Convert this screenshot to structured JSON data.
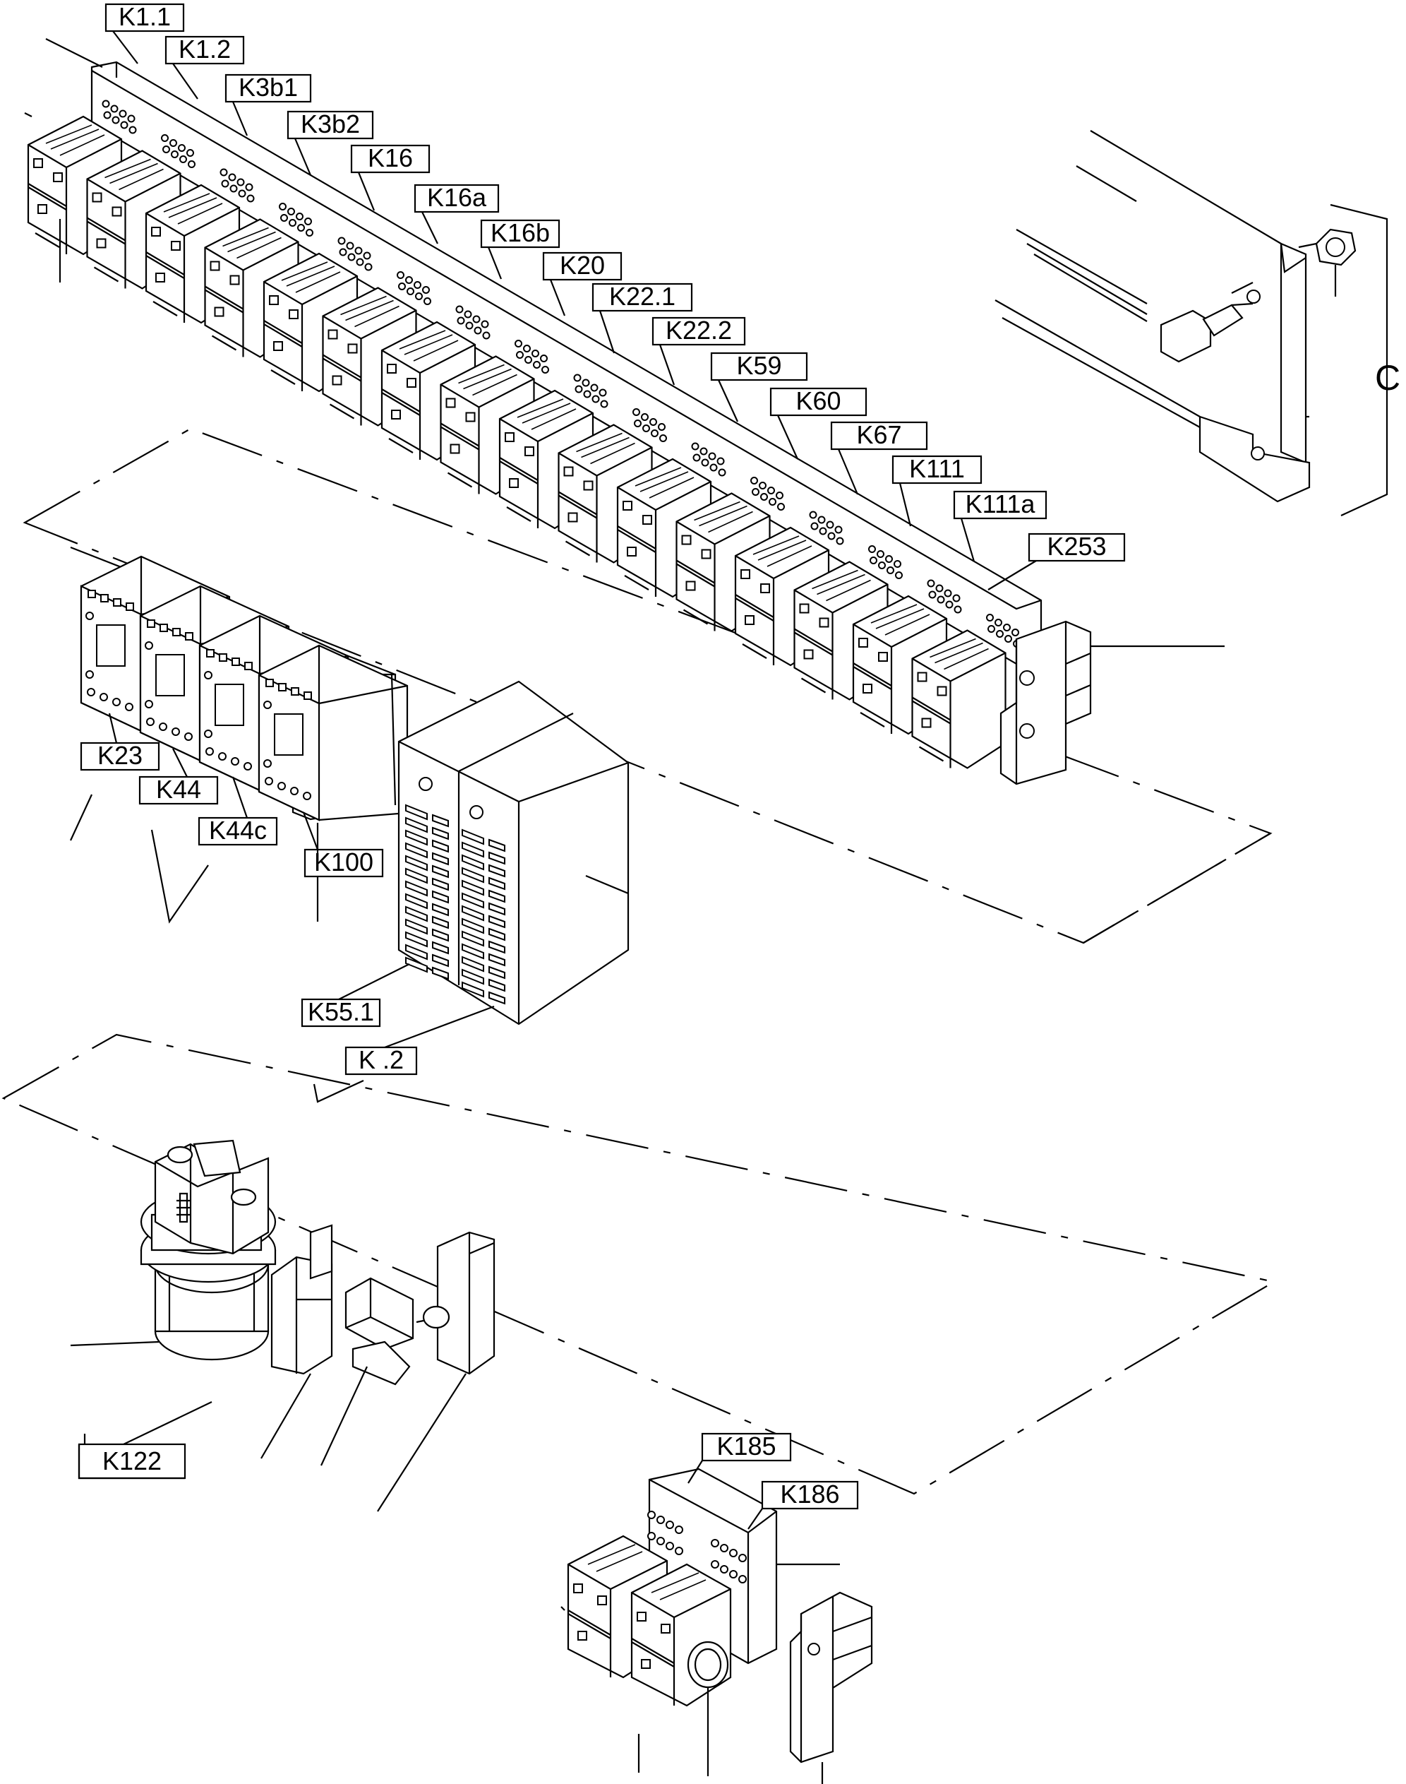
{
  "diagram": {
    "relay_rail_labels": [
      "K1.1",
      "K1.2",
      "K3b1",
      "K3b2",
      "K16",
      "K16a",
      "K16b",
      "K20",
      "K22.1",
      "K22.2",
      "K59",
      "K60",
      "K67",
      "K111",
      "K111a",
      "K253"
    ],
    "contactor_labels": [
      "K23",
      "K44",
      "K44c",
      "K100"
    ],
    "block_labels": [
      "K55.1",
      "K .2"
    ],
    "solenoid_label": "K122",
    "small_relay_labels": [
      "K185",
      "K186"
    ],
    "dimension_label": "C",
    "colors": {
      "line": "#000000",
      "background": "#ffffff"
    }
  }
}
